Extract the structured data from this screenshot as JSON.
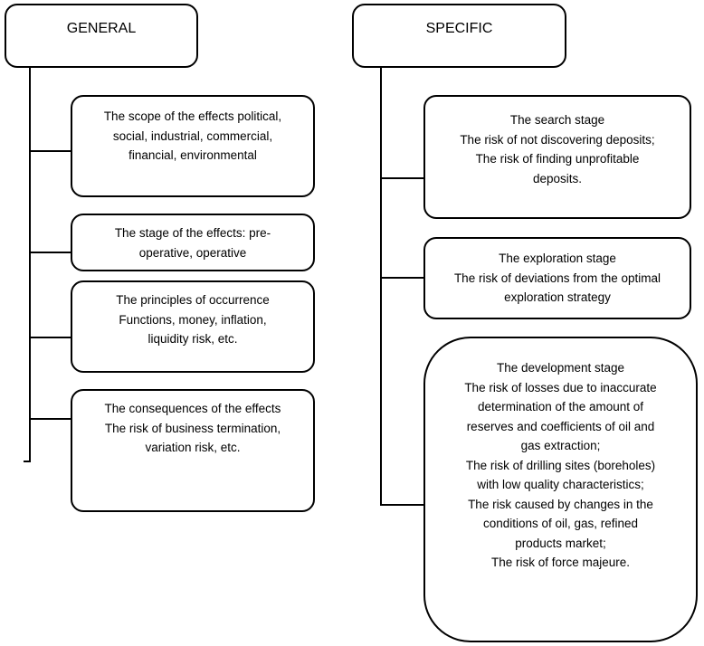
{
  "general": {
    "header": "GENERAL",
    "items": [
      {
        "lines": [
          "The scope of  the effects  political,",
          "social, industrial, commercial,",
          "financial, environmental"
        ]
      },
      {
        "lines": [
          "The stage of  the effects: pre-",
          "operative, operative"
        ]
      },
      {
        "lines": [
          "The principles of occurrence",
          "Functions, money, inflation,",
          "liquidity risk, etc."
        ]
      },
      {
        "lines": [
          "The consequences of  the effects",
          "The risk of business termination,",
          "variation risk, etc."
        ]
      }
    ]
  },
  "specific": {
    "header": "SPECIFIC",
    "items": [
      {
        "lines": [
          "The search stage",
          "The risk of not discovering deposits;",
          "The risk of finding unprofitable",
          "deposits."
        ]
      },
      {
        "lines": [
          "The exploration  stage",
          "The risk of deviations from the optimal",
          "exploration strategy"
        ]
      },
      {
        "lines": [
          "The development stage",
          "The risk of losses due to inaccurate",
          "determination of the amount of",
          "reserves and coefficients of oil and",
          "gas extraction;",
          "The risk of drilling  sites (boreholes)",
          "with low  quality characteristics;",
          "The risk caused by changes in the",
          "conditions of oil, gas, refined",
          "products market;",
          "The risk of force majeure."
        ]
      }
    ]
  }
}
